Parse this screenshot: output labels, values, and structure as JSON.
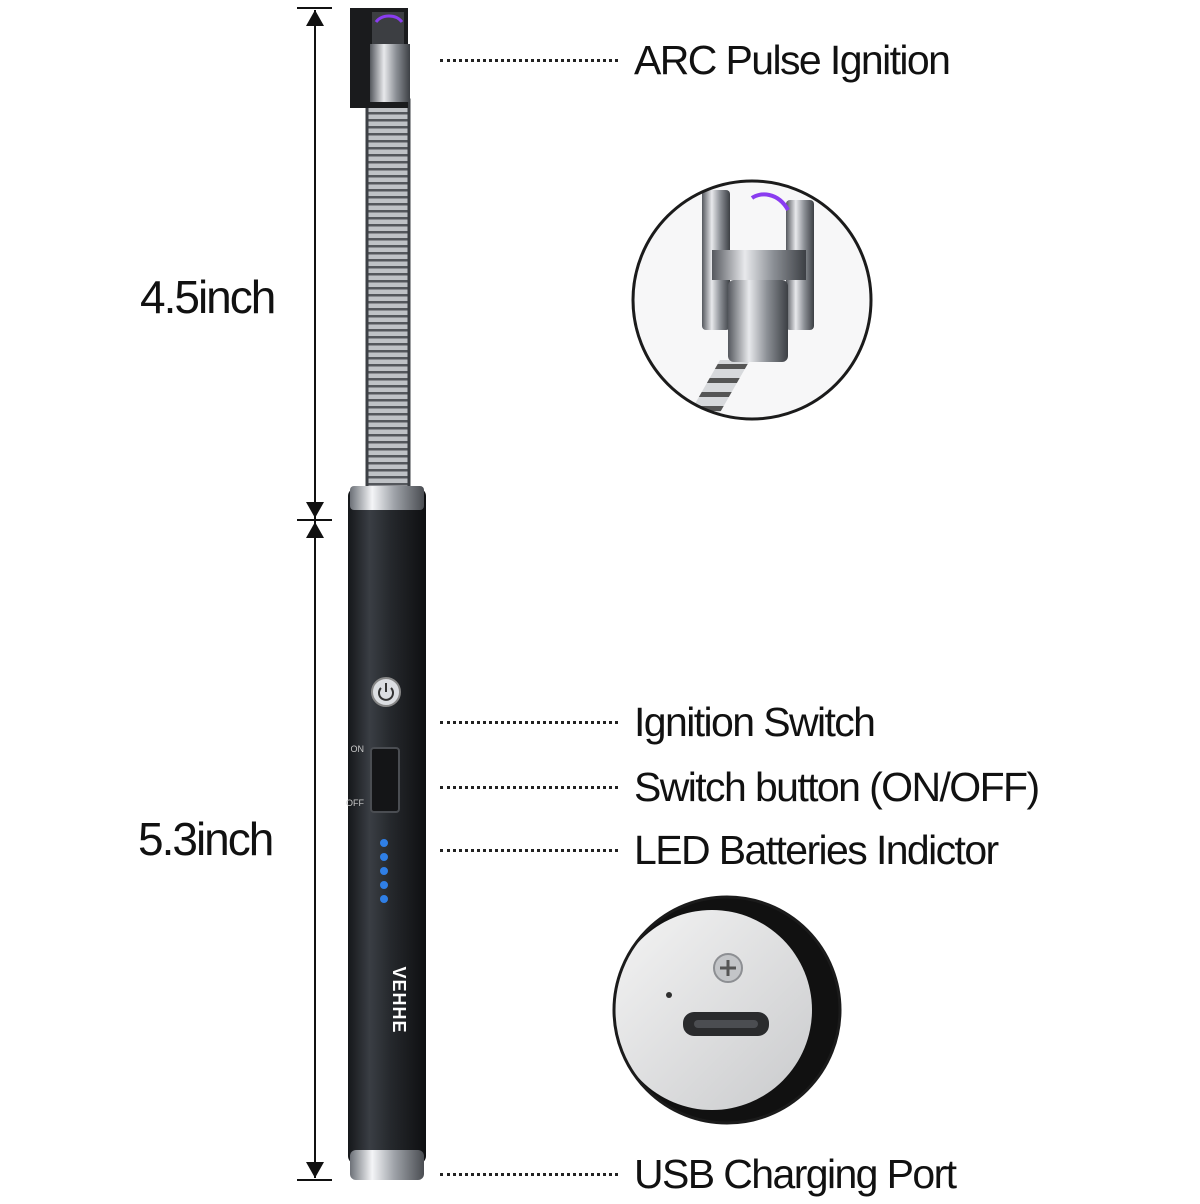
{
  "dimensions": {
    "neck_length": "4.5inch",
    "handle_length": "5.3inch"
  },
  "callouts": [
    {
      "id": "arc",
      "label": "ARC Pulse Ignition"
    },
    {
      "id": "ignition",
      "label": "Ignition Switch"
    },
    {
      "id": "switch",
      "label": "Switch button (ON/OFF)"
    },
    {
      "id": "led",
      "label": "LED Batteries Indictor"
    },
    {
      "id": "usb",
      "label": "USB Charging Port"
    }
  ],
  "product": {
    "brand": "VEHHE",
    "switch_on_label": "ON",
    "switch_off_label": "OFF",
    "battery_led_count": 5
  },
  "colors": {
    "arc": "#8a3cf0",
    "led": "#2f7fe6",
    "body": "#2a2d31"
  },
  "icons": {
    "power": "power-icon",
    "usb": "usb-c-port-icon"
  }
}
